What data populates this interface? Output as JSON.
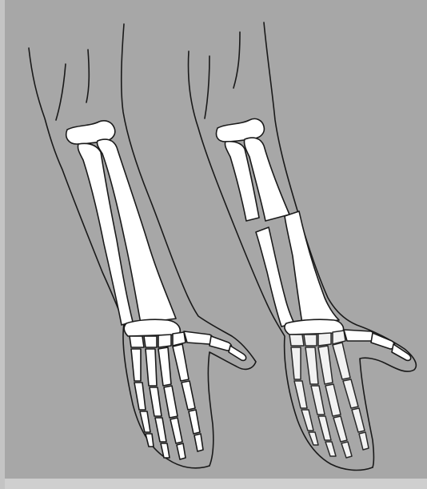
{
  "figure": {
    "background": "#a7a7a7",
    "bone_color": "#ffffff",
    "outline_color": "#1a1a1a",
    "panels": [
      {
        "id": "intact",
        "bones": [
          "humerus-end",
          "radius",
          "ulna",
          "carpals",
          "metacarpals",
          "phalanges"
        ]
      },
      {
        "id": "fractured",
        "bones": [
          "humerus-end",
          "radius-proximal",
          "radius-distal",
          "ulna-proximal",
          "ulna-distal",
          "carpals",
          "metacarpals",
          "phalanges"
        ]
      }
    ]
  }
}
